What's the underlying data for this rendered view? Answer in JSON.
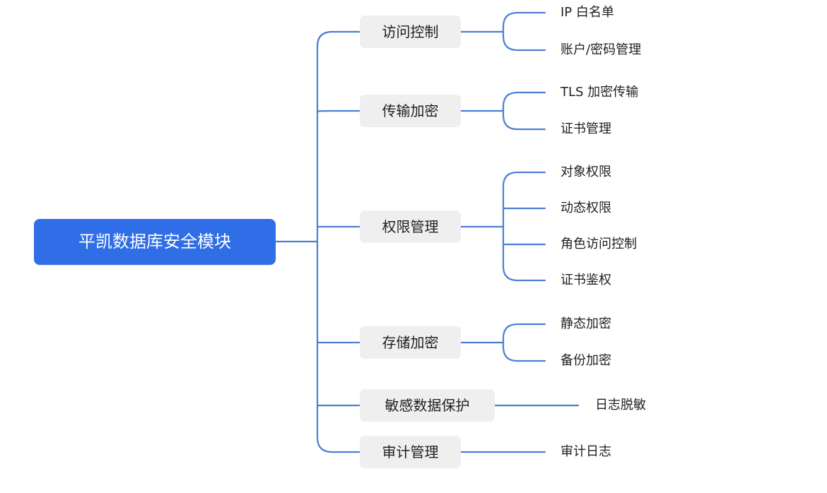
{
  "root": {
    "label": "平凯数据库安全模块"
  },
  "branches": [
    {
      "label": "访问控制",
      "children": [
        "IP 白名单",
        "账户/密码管理"
      ]
    },
    {
      "label": "传输加密",
      "children": [
        "TLS 加密传输",
        "证书管理"
      ]
    },
    {
      "label": "权限管理",
      "children": [
        "对象权限",
        "动态权限",
        "角色访问控制",
        "证书鉴权"
      ]
    },
    {
      "label": "存储加密",
      "children": [
        "静态加密",
        "备份加密"
      ]
    },
    {
      "label": "敏感数据保护",
      "children": [
        "日志脱敏"
      ]
    },
    {
      "label": "审计管理",
      "children": [
        "审计日志"
      ]
    }
  ],
  "colors": {
    "root_fill": "#2f6ee6",
    "connector": "#4a7fd4",
    "branch_fill": "#efefef",
    "text": "#1f1f1f"
  }
}
